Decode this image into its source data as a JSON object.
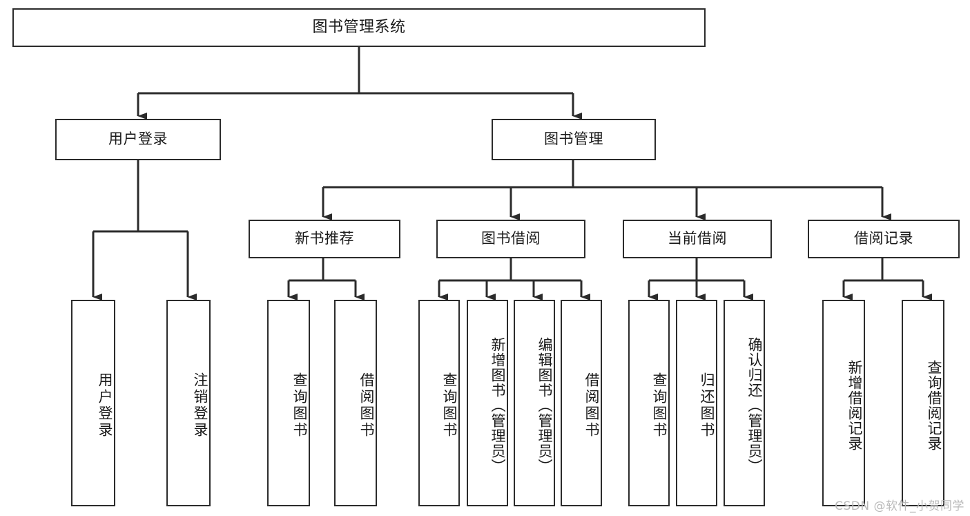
{
  "diagram": {
    "title": "图书管理系统",
    "watermark": "CSDN @软件_小贺同学",
    "colors": {
      "stroke": "#2b2b2b",
      "fill": "#ffffff",
      "text": "#1a1a1a",
      "watermark": "#b9b9b9"
    },
    "nodes": {
      "root": {
        "label": "图书管理系统"
      },
      "level2": [
        {
          "id": "user-login",
          "label": "用户登录"
        },
        {
          "id": "book-management",
          "label": "图书管理"
        }
      ],
      "level3": [
        {
          "id": "new-book-recommend",
          "label": "新书推荐"
        },
        {
          "id": "book-borrow",
          "label": "图书借阅"
        },
        {
          "id": "current-borrow",
          "label": "当前借阅"
        },
        {
          "id": "borrow-record",
          "label": "借阅记录"
        }
      ],
      "leaves": {
        "user-login": [
          {
            "id": "leaf-user-login",
            "label": "用户登录"
          },
          {
            "id": "leaf-logout-login",
            "label": "注销登录"
          }
        ],
        "new-book-recommend": [
          {
            "id": "leaf-query-book-1",
            "label": "查询图书"
          },
          {
            "id": "leaf-borrow-book-1",
            "label": "借阅图书"
          }
        ],
        "book-borrow": [
          {
            "id": "leaf-query-book-2",
            "label": "查询图书"
          },
          {
            "id": "leaf-add-book",
            "label": "新增图书（管理员）"
          },
          {
            "id": "leaf-edit-book",
            "label": "编辑图书（管理员）"
          },
          {
            "id": "leaf-borrow-book-2",
            "label": "借阅图书"
          }
        ],
        "current-borrow": [
          {
            "id": "leaf-query-book-3",
            "label": "查询图书"
          },
          {
            "id": "leaf-return-book",
            "label": "归还图书"
          },
          {
            "id": "leaf-confirm-return",
            "label": "确认归还（管理员）"
          }
        ],
        "borrow-record": [
          {
            "id": "leaf-add-record",
            "label": "新增借阅记录"
          },
          {
            "id": "leaf-query-record",
            "label": "查询借阅记录"
          }
        ]
      }
    }
  }
}
